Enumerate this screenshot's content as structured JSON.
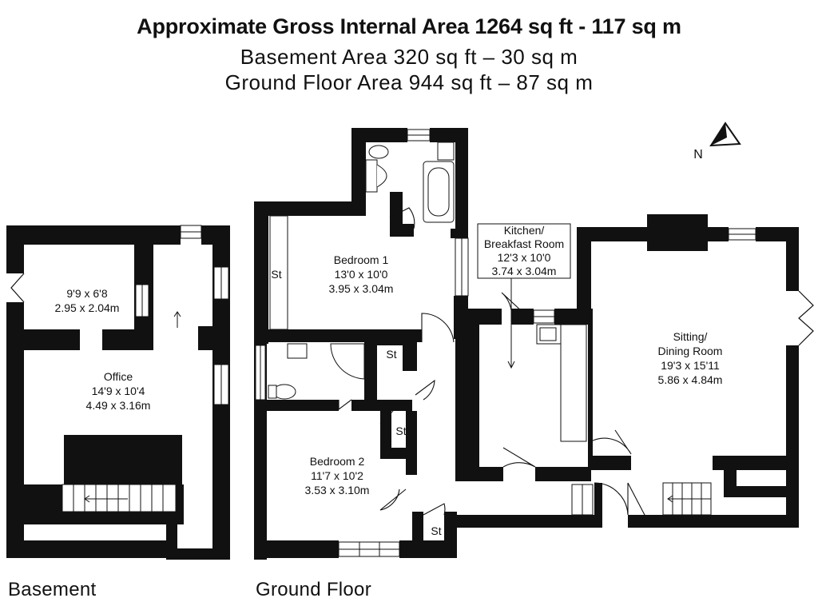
{
  "header": {
    "title": "Approximate Gross Internal Area 1264 sq ft - 117 sq m",
    "basement_area": "Basement Area 320 sq ft – 30 sq m",
    "ground_floor_area": "Ground Floor Area 944 sq ft – 87 sq m"
  },
  "compass": {
    "label": "N"
  },
  "floors": {
    "basement": "Basement",
    "ground": "Ground Floor"
  },
  "rooms": {
    "store_room": {
      "dims_imperial": "9'9 x 6'8",
      "dims_metric": "2.95 x 2.04m"
    },
    "office": {
      "name": "Office",
      "dims_imperial": "14'9 x 10'4",
      "dims_metric": "4.49 x 3.16m"
    },
    "bedroom1": {
      "name": "Bedroom 1",
      "dims_imperial": "13'0 x 10'0",
      "dims_metric": "3.95 x 3.04m"
    },
    "bedroom2": {
      "name": "Bedroom 2",
      "dims_imperial": "11'7 x 10'2",
      "dims_metric": "3.53 x 3.10m"
    },
    "kitchen": {
      "name_line1": "Kitchen/",
      "name_line2": "Breakfast Room",
      "dims_imperial": "12'3 x 10'0",
      "dims_metric": "3.74 x 3.04m"
    },
    "sitting": {
      "name_line1": "Sitting/",
      "name_line2": "Dining Room",
      "dims_imperial": "19'3 x 15'11",
      "dims_metric": "5.86 x 4.84m"
    }
  },
  "cupboards": {
    "label": "St"
  }
}
